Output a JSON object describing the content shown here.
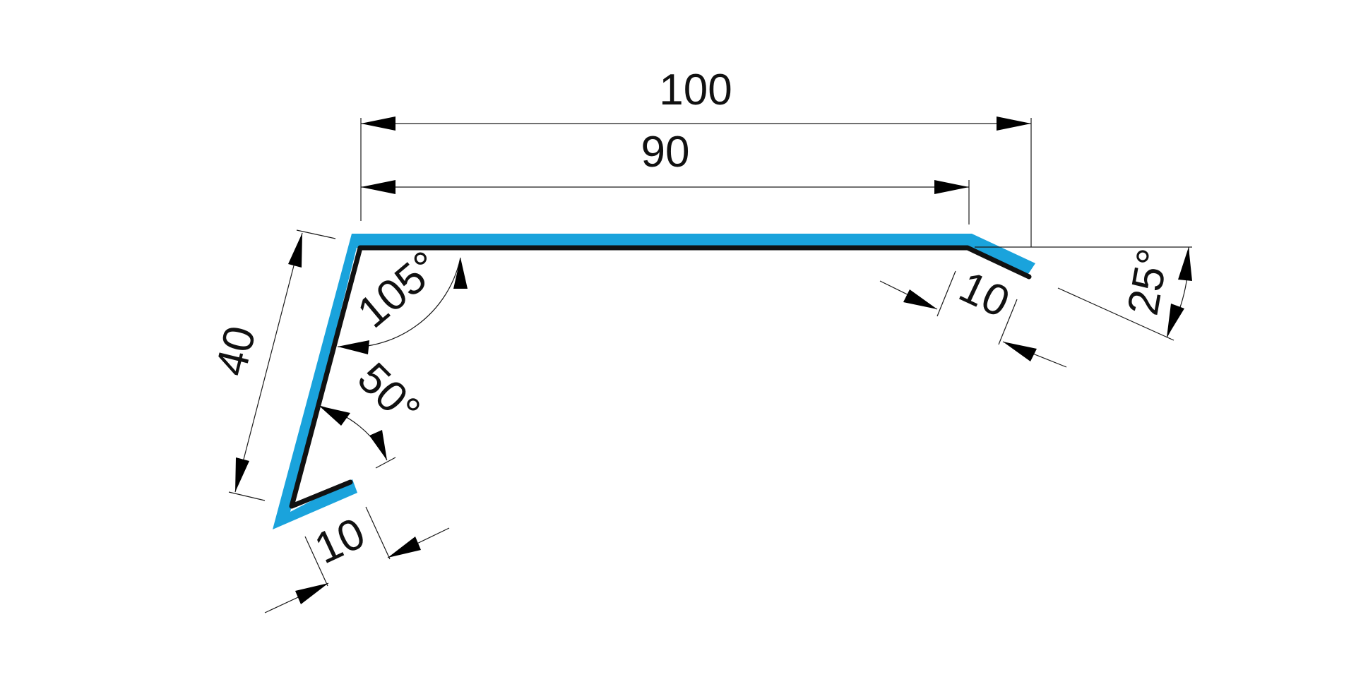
{
  "colors": {
    "coating": "#1aa3dc",
    "profile": "#111111",
    "dimension": "#1a1a1a"
  },
  "dimensions": {
    "overall_width": "100",
    "top_width": "90",
    "left_flange": "40",
    "bottom_hem": "10",
    "right_flange": "10",
    "angle_top_left": "105°",
    "angle_hem": "50°",
    "angle_right": "25°"
  }
}
